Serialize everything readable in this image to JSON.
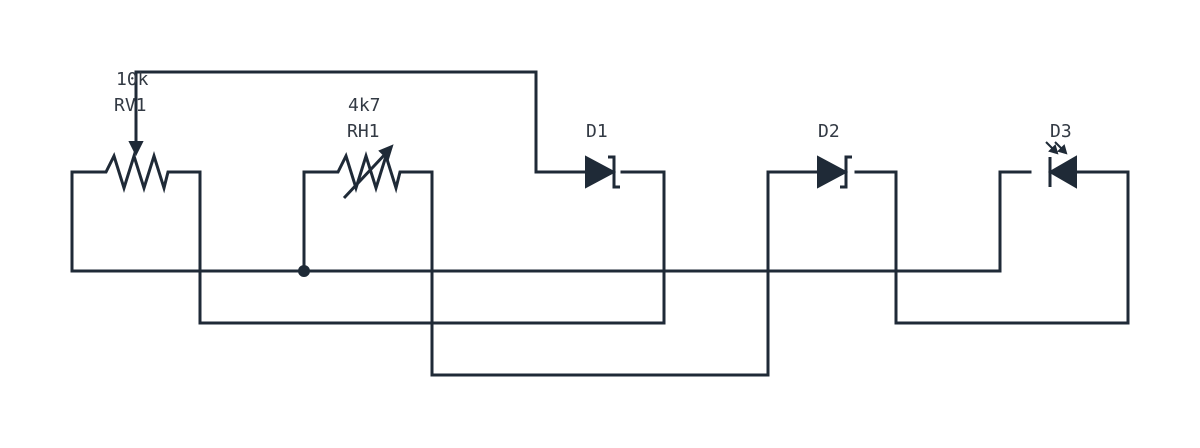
{
  "components": {
    "rv1": {
      "ref": "RV1",
      "value": "10k"
    },
    "rh1": {
      "ref": "RH1",
      "value": "4k7"
    },
    "d1": {
      "ref": "D1"
    },
    "d2": {
      "ref": "D2"
    },
    "d3": {
      "ref": "D3"
    }
  },
  "colors": {
    "ink": "#1f2a37",
    "label": "#333a44",
    "background": "#ffffff"
  }
}
